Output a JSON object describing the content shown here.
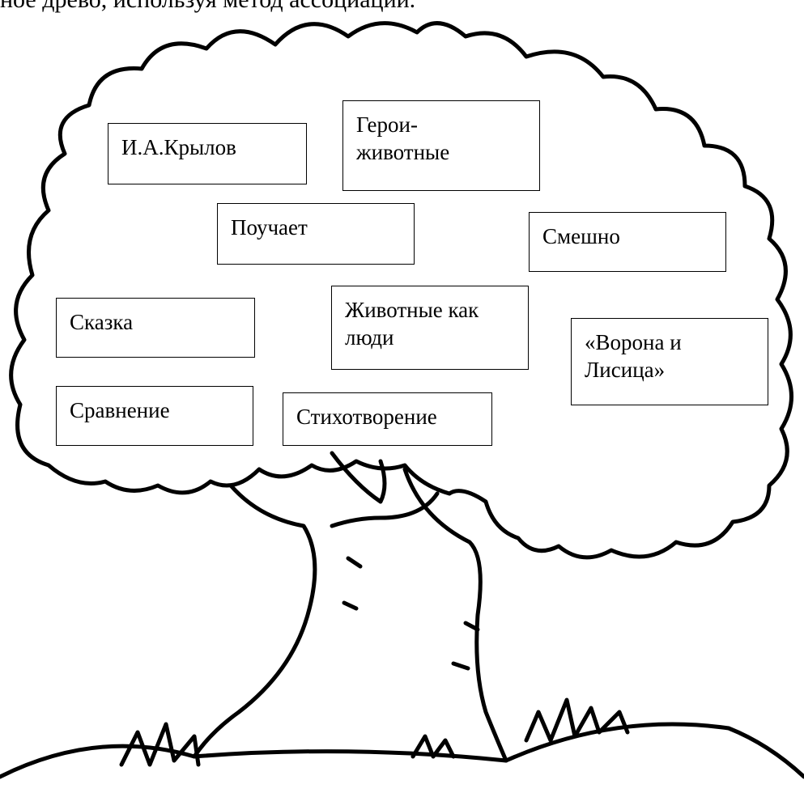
{
  "header_text": "ное древо, используя метод ассоциаций.",
  "colors": {
    "outline": "#000000",
    "background": "#ffffff"
  },
  "words": [
    "И.А.Крылов",
    "Герои-\nживотные",
    "Поучает",
    "Смешно",
    "Сказка",
    "Животные как\nлюди",
    "«Ворона и\nЛисица»",
    "Сравнение",
    "Стихотворение"
  ]
}
